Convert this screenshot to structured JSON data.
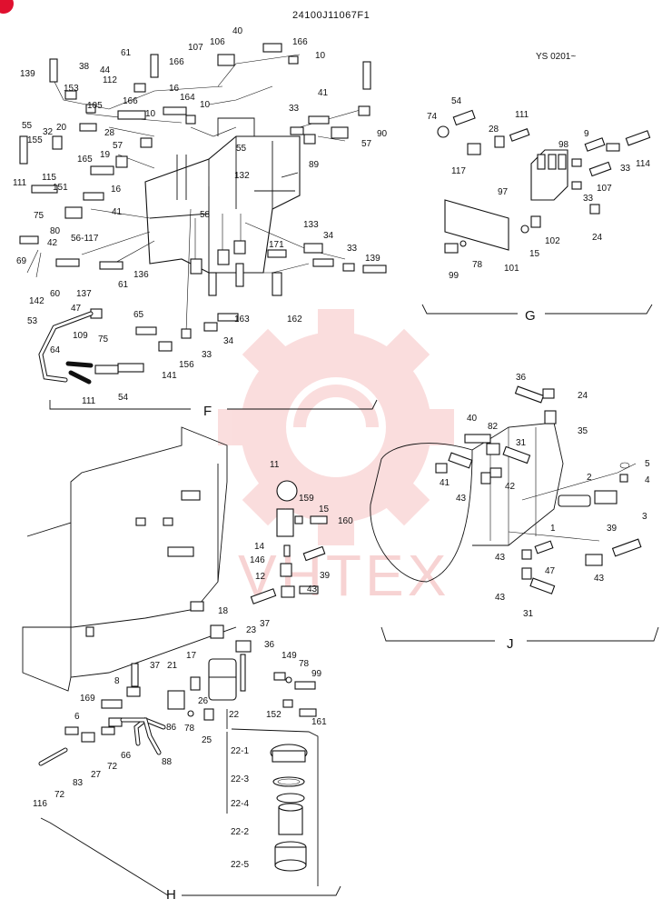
{
  "header": {
    "drawing_number": "24100J11067F1",
    "serial_note": "YS 0201~"
  },
  "watermark": {
    "text": "VHTEX"
  },
  "sections": [
    "F",
    "G",
    "H",
    "J"
  ],
  "colors": {
    "ink": "#111111",
    "watermark": "#f2b0b0",
    "corner_badge": "#e0102f"
  },
  "labels": {
    "F": [
      "139",
      "38",
      "153",
      "105",
      "44",
      "112",
      "61",
      "166",
      "107",
      "106",
      "40",
      "166",
      "10",
      "16",
      "166",
      "164",
      "10",
      "28",
      "20",
      "32",
      "55",
      "155",
      "57",
      "19",
      "10",
      "55",
      "132",
      "33",
      "41",
      "90",
      "57",
      "89",
      "115",
      "165",
      "151",
      "16",
      "111",
      "75",
      "41",
      "80",
      "58",
      "56-117",
      "42",
      "69",
      "142",
      "60",
      "47",
      "137",
      "61",
      "136",
      "133",
      "34",
      "171",
      "33",
      "139",
      "163",
      "162",
      "53",
      "65",
      "64",
      "109",
      "75",
      "111",
      "141",
      "54",
      "156",
      "33",
      "34"
    ],
    "G": [
      "54",
      "74",
      "111",
      "28",
      "9",
      "98",
      "114",
      "117",
      "33",
      "107",
      "97",
      "33",
      "24",
      "102",
      "15",
      "99",
      "78",
      "101"
    ],
    "H": [
      "11",
      "159",
      "15",
      "160",
      "14",
      "146",
      "12",
      "39",
      "43",
      "37",
      "23",
      "18",
      "36",
      "149",
      "78",
      "99",
      "152",
      "161",
      "17",
      "21",
      "26",
      "78",
      "25",
      "37",
      "8",
      "169",
      "6",
      "86",
      "66",
      "27",
      "72",
      "88",
      "83",
      "72",
      "116",
      "22",
      "22-1",
      "22-3",
      "22-4",
      "22-2",
      "22-5"
    ],
    "J": [
      "36",
      "24",
      "35",
      "40",
      "82",
      "31",
      "5",
      "4",
      "42",
      "41",
      "43",
      "2",
      "3",
      "1",
      "39",
      "43",
      "47",
      "43",
      "31",
      "43"
    ]
  }
}
